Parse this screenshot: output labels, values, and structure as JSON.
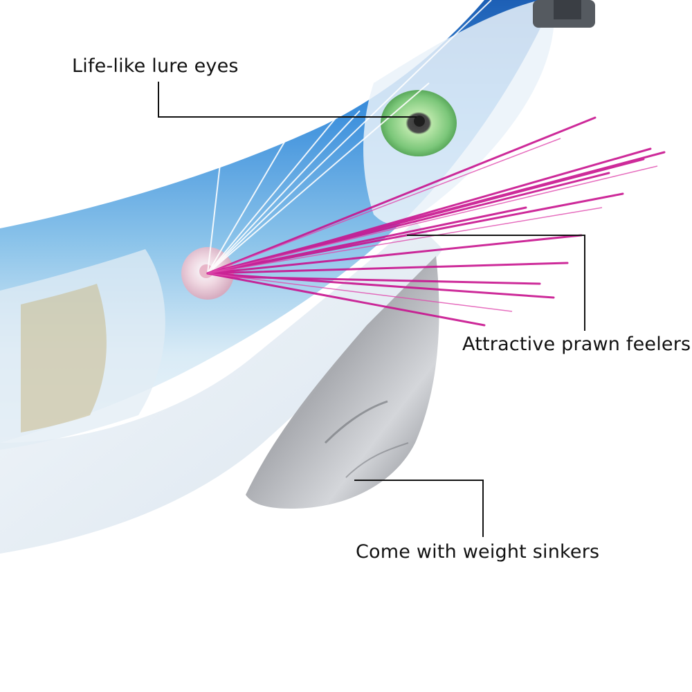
{
  "callouts": {
    "eyes": "Life-like lure eyes",
    "feelers": "Attractive prawn feelers",
    "sinkers": "Come with weight sinkers"
  },
  "colors": {
    "background": "#ffffff",
    "body_blue": "#2f7fd0",
    "feather_magenta": "#c8138f",
    "eye_green": "#8fd48a",
    "sinker_silver": "#b8babe",
    "label_text": "#111111"
  }
}
